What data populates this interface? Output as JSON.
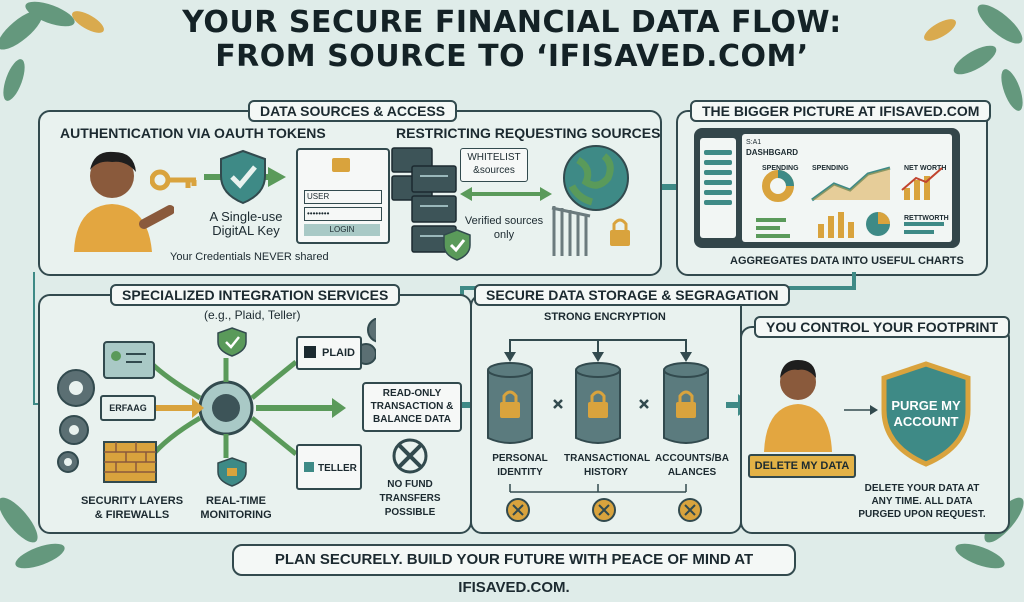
{
  "title": {
    "line1": "YOUR SECURE FINANCIAL DATA FLOW:",
    "line2": "FROM SOURCE TO ‘IFISAVED.COM’"
  },
  "sources": {
    "header": "DATA SOURCES & ACCESS",
    "oauth_title": "AUTHENTICATION VIA OAUTH TOKENS",
    "key_caption": "A Single-use DigitAL Key",
    "credentials_note": "Your Credentials NEVER shared",
    "login": {
      "user": "USER",
      "password": "••••••••",
      "button": "LOGIN"
    },
    "restrict_title": "RESTRICTING REQUESTING SOURCES",
    "whitelist": "WHITELIST &sources",
    "verified": "Verified sources only"
  },
  "bigger": {
    "header": "THE BIGGER PICTURE AT IFISAVED.COM",
    "dashboard": "DASHBGARD",
    "dash_small": "S:A1",
    "spending1": "SPENDING",
    "spending2": "SPENDING",
    "networth": "NET WORTH",
    "rettworth": "RETTWORTH",
    "caption": "AGGREGATES DATA INTO USEFUL CHARTS"
  },
  "integration": {
    "header": "SPECIALIZED INTEGRATION SERVICES",
    "examples": "(e.g., Plaid, Teller)",
    "plaid": "PLAID",
    "teller": "TELLER",
    "erfaag": "ERFAAG",
    "security": "SECURITY LAYERS & FIREWALLS",
    "monitoring": "REAL-TIME MONITORING",
    "readonly": "READ-ONLY TRANSACTION & BALANCE DATA",
    "nofund": "NO FUND TRANSFERS POSSIBLE"
  },
  "storage": {
    "header": "SECURE DATA STORAGE & SEGRAGATION",
    "encryption": "STRONG ENCRYPTION",
    "db1": "PERSONAL IDENTITY",
    "db2": "TRANSACTIONAL HISTORY",
    "db3": "ACCOUNTS/BA ALANCES"
  },
  "control": {
    "header": "YOU CONTROL YOUR FOOTPRINT",
    "delete_btn": "DELETE MY DATA",
    "purge_btn": "PURGE MY ACCOUNT",
    "caption": "DELETE YOUR DATA AT ANY TIME. ALL DATA PURGED UPON REQUEST."
  },
  "footer": "PLAN SECURELY. BUILD YOUR FUTURE WITH PEACE OF MIND AT IFISAVED.COM.",
  "colors": {
    "teal": "#3e8a86",
    "gold": "#e3b246",
    "dark": "#324a4e",
    "green": "#5a9a5a",
    "panel": "#e9f2ef"
  }
}
